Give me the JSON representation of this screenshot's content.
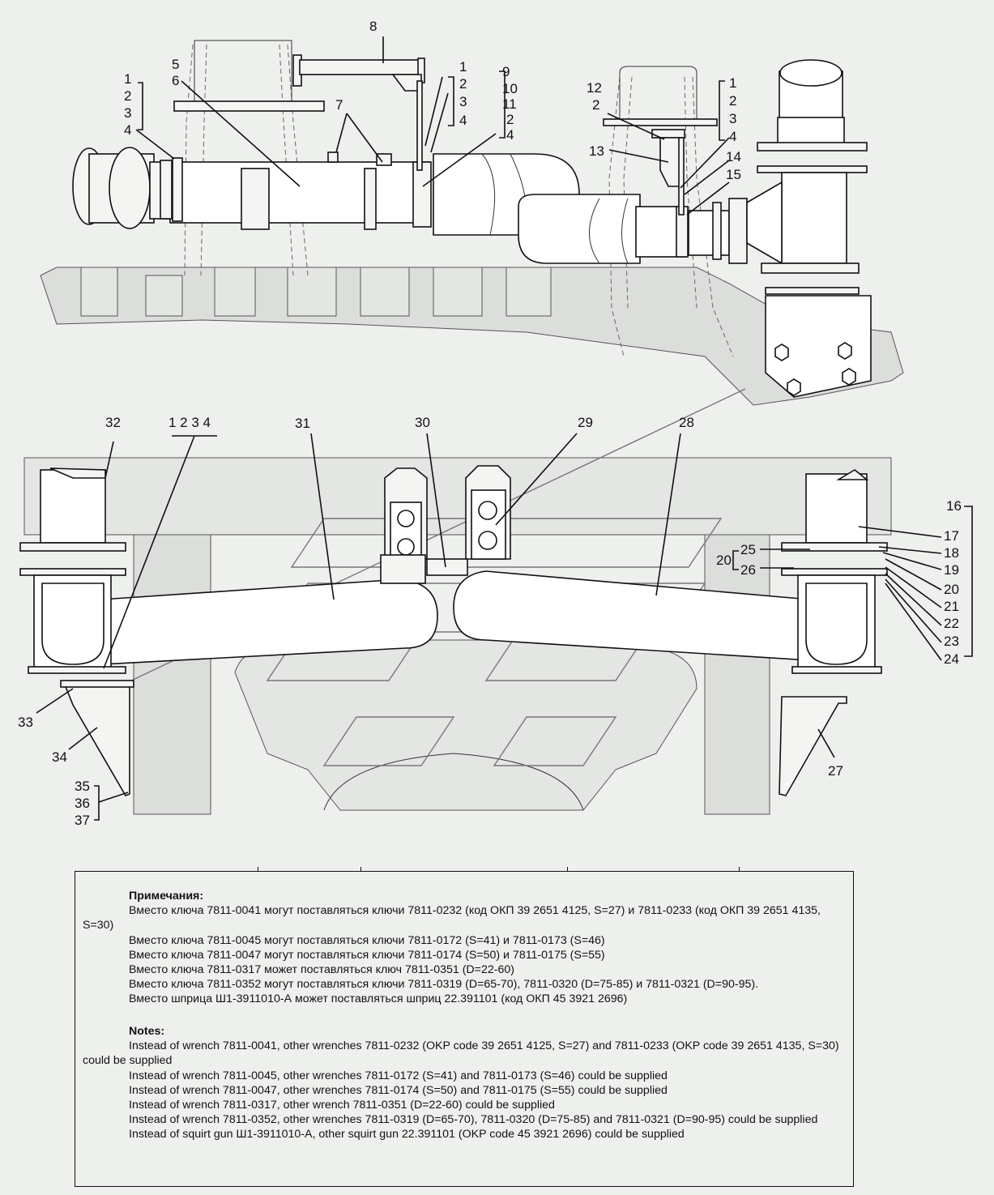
{
  "callouts": {
    "top": [
      "8",
      "1",
      "2",
      "3",
      "4",
      "5",
      "6",
      "1",
      "2",
      "3",
      "4",
      "7",
      "1",
      "2",
      "3",
      "4",
      "9",
      "10",
      "11",
      "2",
      "4",
      "12",
      "2",
      "13",
      "1",
      "2",
      "3",
      "4",
      "14",
      "15"
    ],
    "bottom": [
      "32",
      "1 2 3 4",
      "31",
      "30",
      "29",
      "28",
      "16",
      "17",
      "18",
      "19",
      "20",
      "21",
      "22",
      "23",
      "24",
      "20",
      "25",
      "26",
      "33",
      "34",
      "35",
      "36",
      "37",
      "27"
    ]
  },
  "notes_ru": {
    "heading": "Примечания:",
    "items": [
      "Вместо ключа 7811-0041 могут поставляться ключи 7811-0232 (код ОКП  39 2651 4125, S=27) и 7811-0233 (код ОКП 39 2651 4135, S=30)",
      "Вместо ключа 7811-0045 могут поставляться ключи 7811-0172 (S=41) и  7811-0173 (S=46)",
      "Вместо ключа 7811-0047 могут поставляться ключи 7811-0174 (S=50) и  7811-0175 (S=55)",
      "Вместо ключа 7811-0317 может поставляться ключ 7811-0351 (D=22-60)",
      "Вместо ключа 7811-0352 могут поставляться ключи 7811-0319 (D=65-70), 7811-0320 (D=75-85) и 7811-0321 (D=90-95).",
      "Вместо шприца Ш1-3911010-А может поставляться шприц 22.391101 (код ОКП 45 3921 2696)"
    ]
  },
  "notes_en": {
    "heading": "Notes:",
    "items": [
      "Instead of wrench 7811-0041, other wrenches 7811-0232 (OKP code 39 2651 4125, S=27) and 7811-0233 (OKP code 39 2651 4135, S=30) could be supplied",
      "Instead of wrench 7811-0045, other wrenches 7811-0172 (S=41) and 7811-0173 (S=46) could be supplied",
      "Instead of wrench 7811-0047, other wrenches 7811-0174 (S=50) and 7811-0175 (S=55) could be supplied",
      "Instead of wrench 7811-0317, other wrench 7811-0351 (D=22-60) could be supplied",
      "Instead of wrench 7811-0352, other wrenches 7811-0319 (D=65-70), 7811-0320 (D=75-85) and 7811-0321 (D=90-95) could be supplied",
      "Instead of squirt gun Ш1-3911010-А, other squirt gun 22.391101 (OKP code 45 3921 2696) could be supplied"
    ]
  }
}
